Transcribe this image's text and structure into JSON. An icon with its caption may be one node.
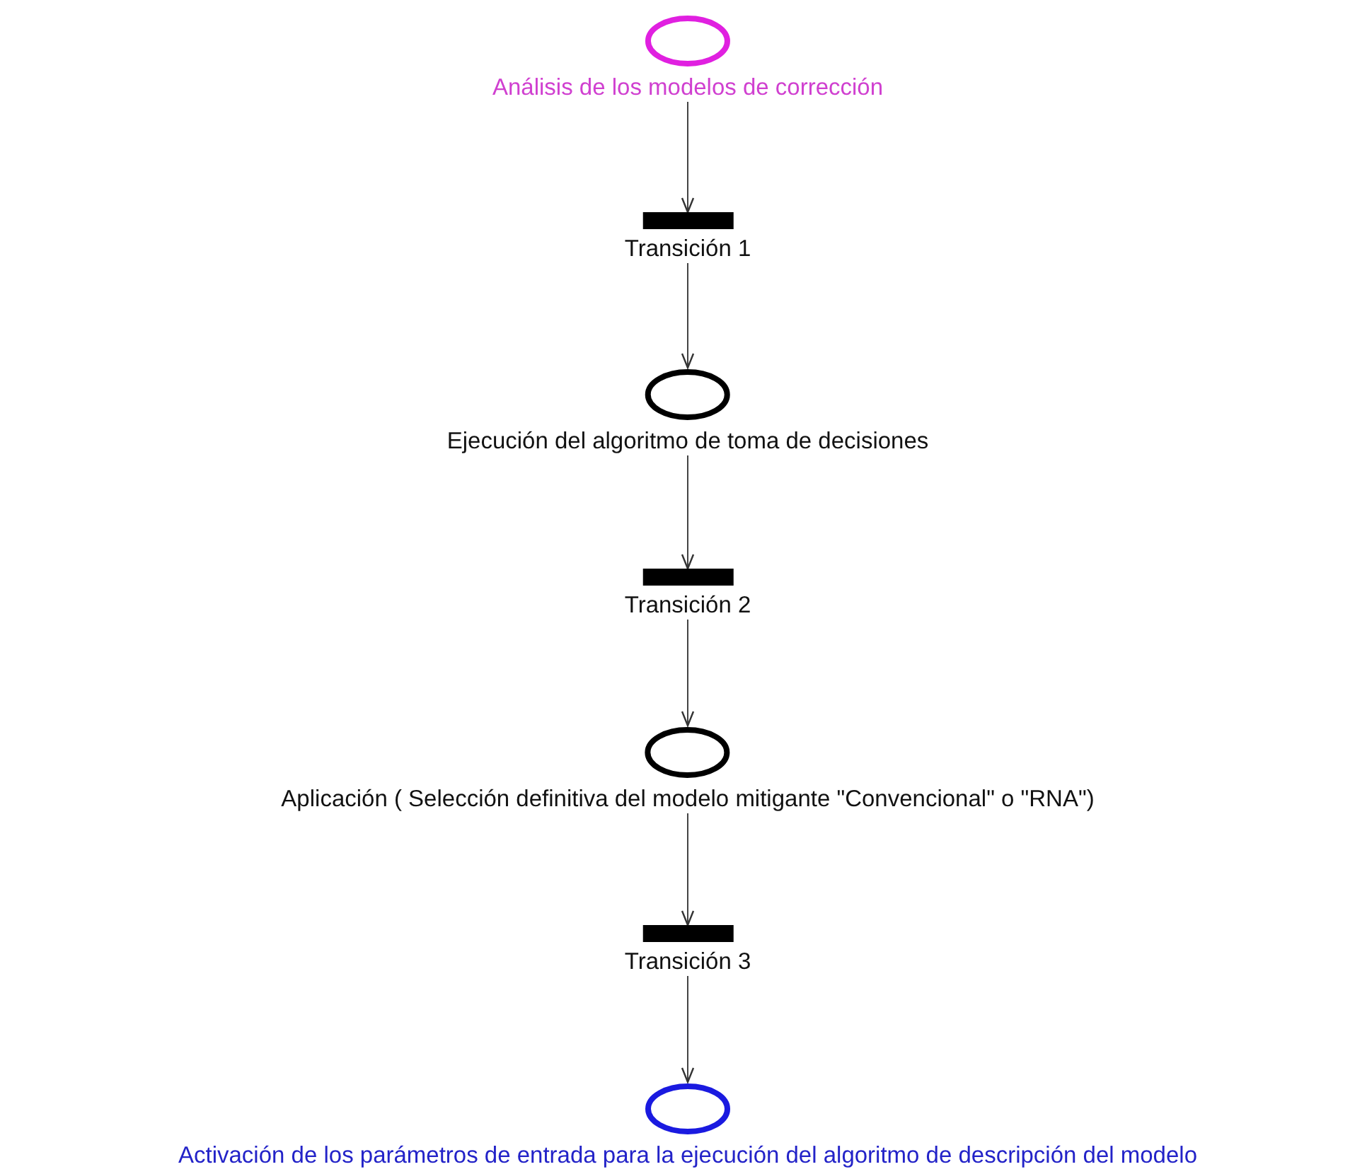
{
  "diagram": {
    "nodes": [
      {
        "text": [],
        "shape": "circle",
        "beside": [
          "Análisis de los modelos de corrección"
        ]
      },
      {
        "text": [],
        "shape": "bar",
        "beside": [
          "Transición 1"
        ]
      },
      {
        "text": [],
        "shape": "circle",
        "beside": [
          "Ejecución del algoritmo de toma de decisiones"
        ]
      },
      {
        "text": [],
        "shape": "bar",
        "beside": [
          "Transición 2"
        ]
      },
      {
        "text": [],
        "shape": "circle",
        "beside": [
          "Aplicación ( Selección definitiva del modelo mitigante \"Convencional\" o \"RNA\")"
        ]
      },
      {
        "text": [],
        "shape": "bar",
        "beside": [
          "Transición 3"
        ]
      },
      {
        "text": [],
        "shape": "circle",
        "beside": [
          "Activación de los parámetros de entrada para la ejecución del algoritmo de descripción del modelo"
        ]
      }
    ],
    "edges": [
      {
        "from": 0,
        "to": 1,
        "arrow": "to"
      },
      {
        "from": 1,
        "to": 2,
        "arrow": "to"
      },
      {
        "from": 2,
        "to": 3,
        "arrow": "to"
      },
      {
        "from": 3,
        "to": 4,
        "arrow": "to"
      },
      {
        "from": 4,
        "to": 5,
        "arrow": "to"
      },
      {
        "from": 5,
        "to": 6,
        "arrow": "to"
      }
    ]
  }
}
